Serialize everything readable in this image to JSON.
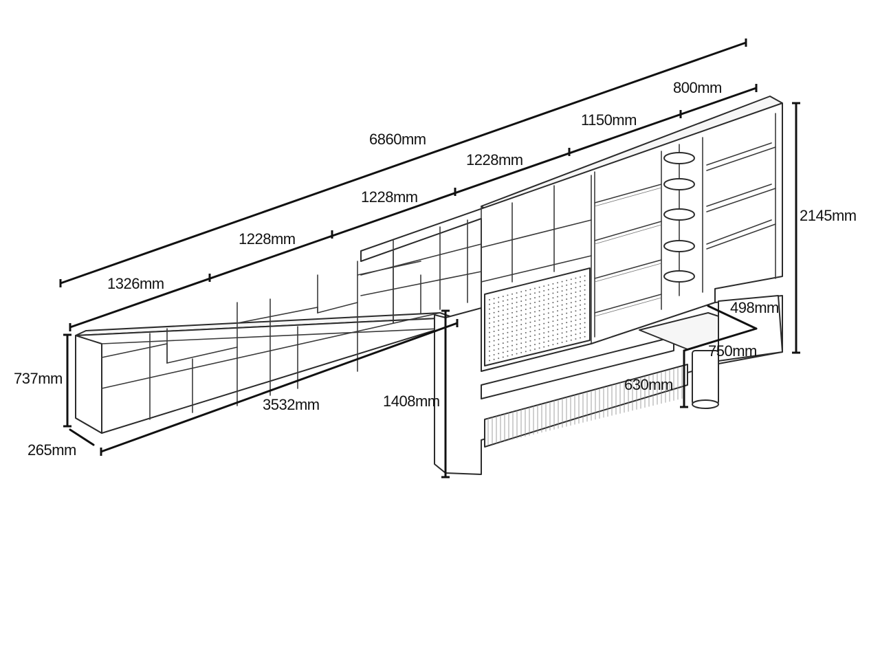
{
  "dimensions": {
    "total_length": "6860mm",
    "seg_1": "1326mm",
    "seg_2": "1228mm",
    "seg_3": "1228mm",
    "seg_4": "1228mm",
    "seg_5": "1150mm",
    "seg_6": "800mm",
    "low_cabinet_height": "737mm",
    "low_cabinet_depth": "265mm",
    "low_cabinet_length": "3532mm",
    "tv_wall_height": "1408mm",
    "total_height": "2145mm",
    "table_depth": "498mm",
    "table_length": "750mm",
    "table_height": "630mm"
  }
}
